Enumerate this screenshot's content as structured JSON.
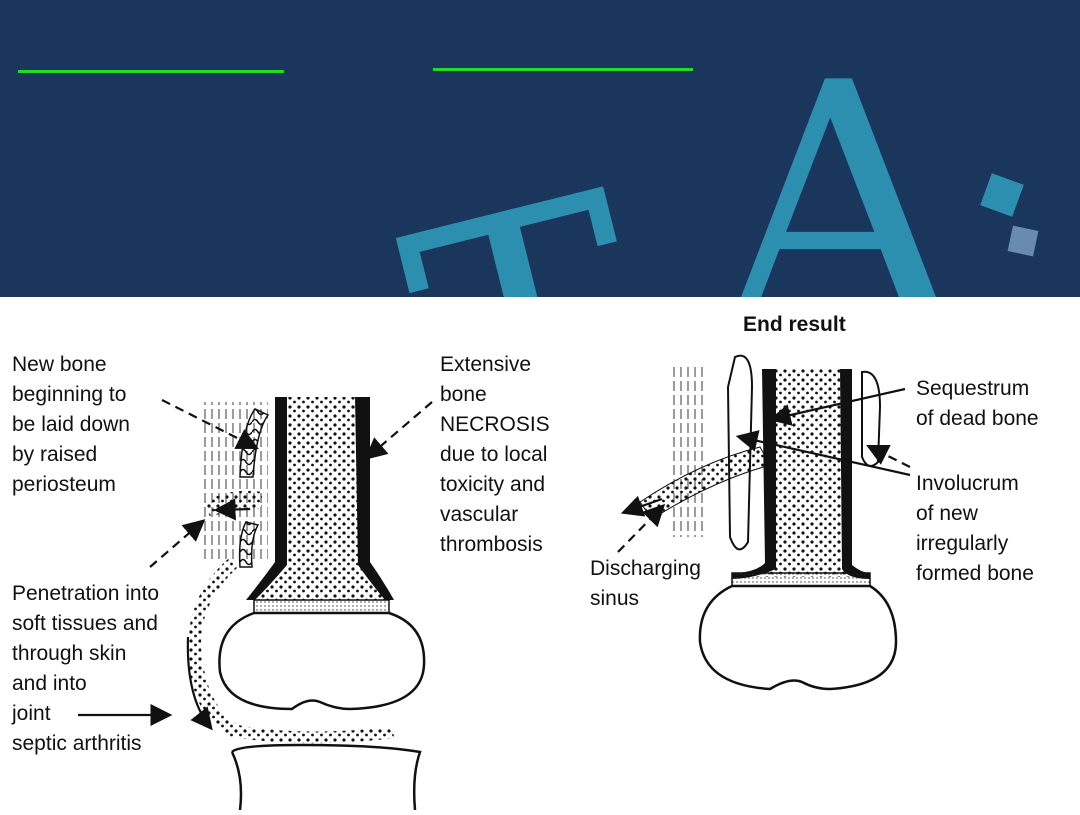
{
  "diagram": {
    "end_result_title": "End result",
    "labels": {
      "new_bone": "New bone\nbeginning to\nbe laid down\nby raised\nperiosteum",
      "necrosis": "Extensive\nbone\nNECROSIS\ndue to local\ntoxicity and\nvascular\nthrombosis",
      "penetration": "Penetration into\nsoft tissues and\nthrough skin\nand into\njoint",
      "septic": "septic arthritis",
      "discharging": "Discharging\nsinus",
      "sequestrum": "Sequestrum\nof dead bone",
      "involucrum": "Involucrum\nof new\nirregularly\nformed bone"
    }
  },
  "colors": {
    "banner_bg": "#1b365d",
    "accent_line": "#22dd22",
    "watermark": "#2c8fb0"
  }
}
